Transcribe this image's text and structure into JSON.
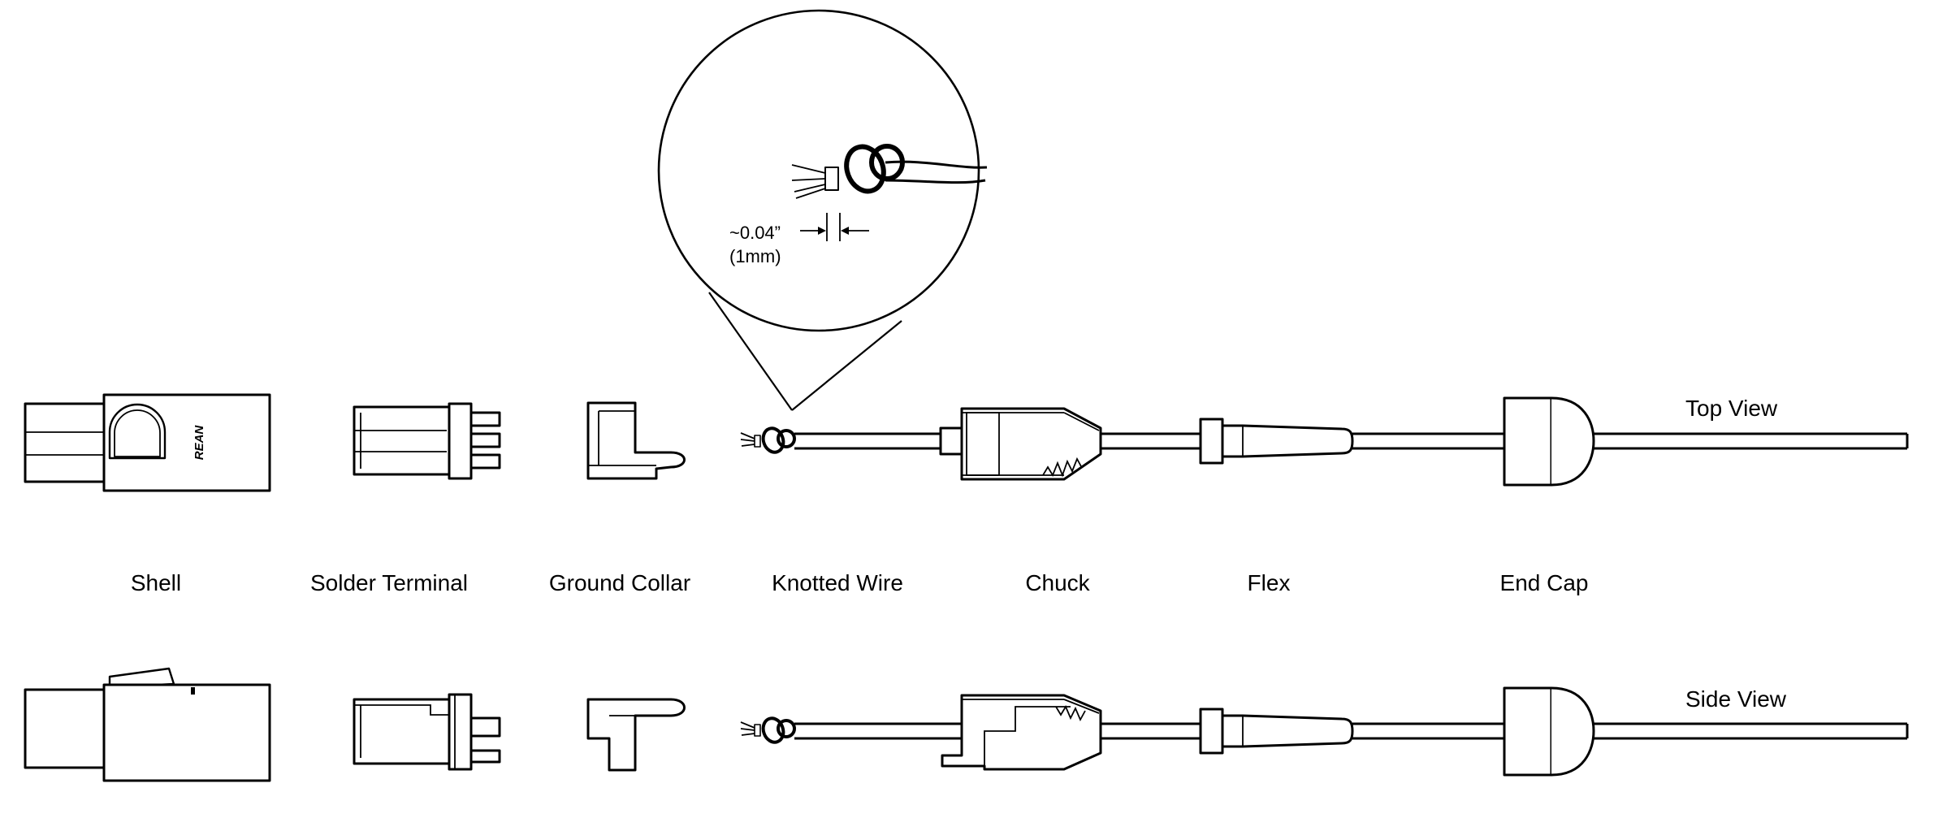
{
  "views": {
    "top": "Top View",
    "side": "Side View"
  },
  "components": {
    "shell": "Shell",
    "solder_terminal": "Solder Terminal",
    "ground_collar": "Ground Collar",
    "knotted_wire": "Knotted Wire",
    "chuck": "Chuck",
    "flex": "Flex",
    "end_cap": "End Cap"
  },
  "detail": {
    "dimension_in": "~0.04”",
    "dimension_mm": "(1mm)"
  },
  "shell_logo": "REAN"
}
